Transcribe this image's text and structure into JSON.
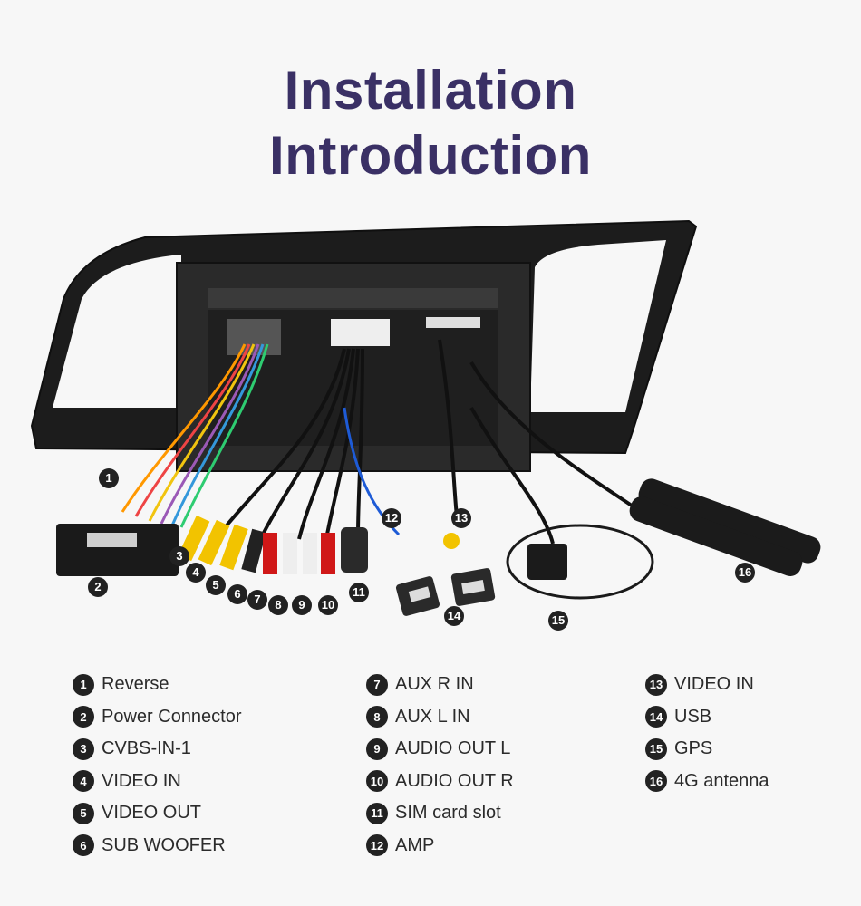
{
  "title": {
    "line1": "Installation",
    "line2": "Introduction"
  },
  "legend": {
    "col1": [
      {
        "n": "1",
        "label": "Reverse"
      },
      {
        "n": "2",
        "label": "Power Connector"
      },
      {
        "n": "3",
        "label": "CVBS-IN-1"
      },
      {
        "n": "4",
        "label": "VIDEO IN"
      },
      {
        "n": "5",
        "label": "VIDEO OUT"
      },
      {
        "n": "6",
        "label": "SUB WOOFER"
      }
    ],
    "col2": [
      {
        "n": "7",
        "label": "AUX R IN"
      },
      {
        "n": "8",
        "label": "AUX L IN"
      },
      {
        "n": "9",
        "label": "AUDIO OUT L"
      },
      {
        "n": "10",
        "label": "AUDIO OUT R"
      },
      {
        "n": "11",
        "label": "SIM card slot"
      },
      {
        "n": "12",
        "label": "AMP"
      }
    ],
    "col3": [
      {
        "n": "13",
        "label": "VIDEO IN"
      },
      {
        "n": "14",
        "label": "USB"
      },
      {
        "n": "15",
        "label": "GPS"
      },
      {
        "n": "16",
        "label": "4G antenna"
      }
    ]
  },
  "callouts": [
    "1",
    "2",
    "3",
    "4",
    "5",
    "6",
    "7",
    "8",
    "9",
    "10",
    "11",
    "12",
    "13",
    "14",
    "15",
    "16"
  ]
}
